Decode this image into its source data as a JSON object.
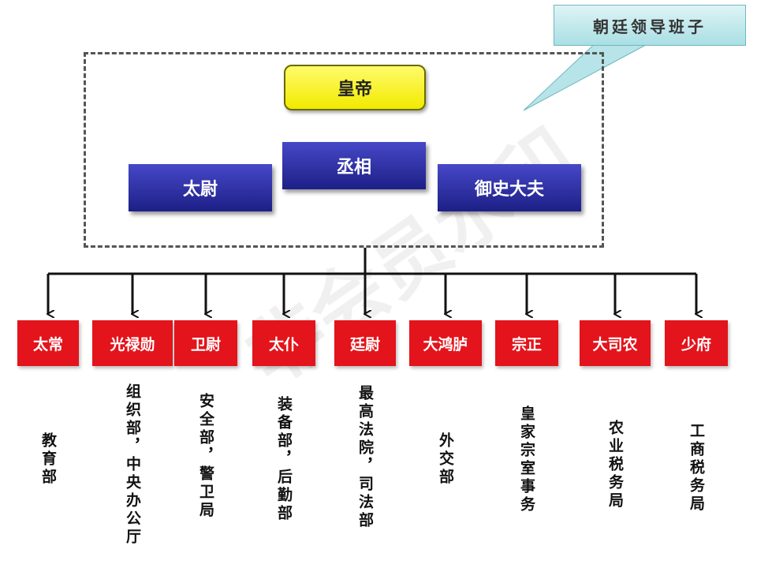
{
  "callout": {
    "text": "朝廷领导班子"
  },
  "leadership": {
    "emperor": "皇帝",
    "chancellor": "丞相",
    "military": "太尉",
    "censor": "御史大夫"
  },
  "departments": [
    {
      "name": "太常",
      "duty": "教育部"
    },
    {
      "name": "光禄勋",
      "duty": "组织部，中央办公厅"
    },
    {
      "name": "卫尉",
      "duty": "安全部，警卫局"
    },
    {
      "name": "太仆",
      "duty": "装备部，后勤部"
    },
    {
      "name": "廷尉",
      "duty": "最高法院，司法部"
    },
    {
      "name": "大鸿胪",
      "duty": "外交部"
    },
    {
      "name": "宗正",
      "duty": "皇家宗室事务"
    },
    {
      "name": "大司农",
      "duty": "农业税务局"
    },
    {
      "name": "少府",
      "duty": "工商税务局"
    }
  ],
  "watermark": "非会员水印",
  "colors": {
    "emperor": "#f2ea00",
    "minister": "#2a2c9e",
    "department": "#e3141b",
    "callout": "#a9dfe4"
  }
}
